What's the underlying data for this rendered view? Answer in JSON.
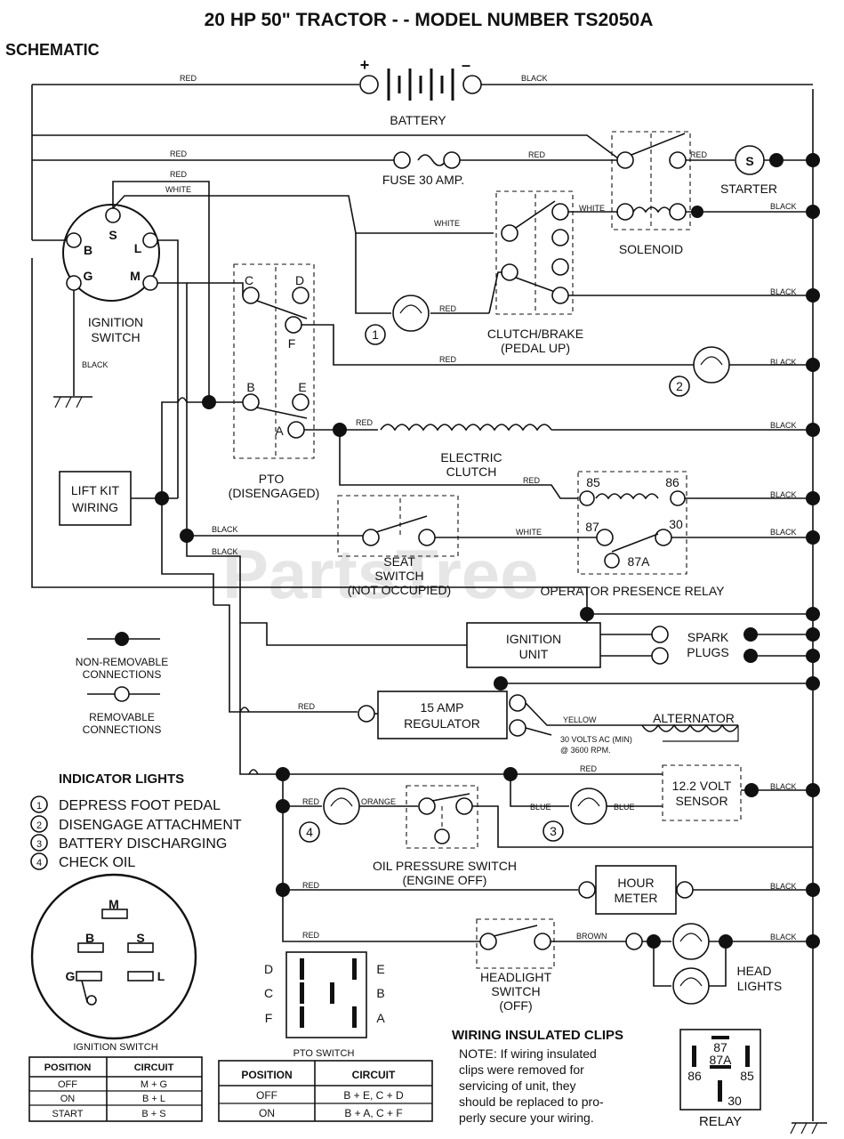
{
  "title": "20 HP 50\" TRACTOR - - MODEL NUMBER  TS2050A",
  "section": "SCHEMATIC",
  "watermark": "PartsTree",
  "wire_colors": {
    "red": "RED",
    "black": "BLACK",
    "white": "WHITE",
    "orange": "ORANGE",
    "blue": "BLUE",
    "brown": "BROWN",
    "yellow": "YELLOW"
  },
  "battery": {
    "label": "BATTERY",
    "plus": "+",
    "minus": "–"
  },
  "fuse": {
    "label": "FUSE 30 AMP."
  },
  "starter": {
    "label": "STARTER",
    "symbol": "S"
  },
  "solenoid": {
    "label": "SOLENOID"
  },
  "ignition_switch": {
    "label_line1": "IGNITION",
    "label_line2": "SWITCH",
    "terminals": [
      "S",
      "B",
      "L",
      "G",
      "M"
    ]
  },
  "clutch_brake": {
    "line1": "CLUTCH/BRAKE",
    "line2": "(PEDAL UP)"
  },
  "pto": {
    "line1": "PTO",
    "line2": "(DISENGAGED)",
    "terminals": [
      "C",
      "D",
      "F",
      "B",
      "E",
      "A"
    ]
  },
  "electric_clutch": {
    "line1": "ELECTRIC",
    "line2": "CLUTCH"
  },
  "lift_kit": {
    "line1": "LIFT KIT",
    "line2": "WIRING"
  },
  "seat_switch": {
    "line1": "SEAT",
    "line2": "SWITCH",
    "line3": "(NOT OCCUPIED)"
  },
  "relay_main": {
    "label": "OPERATOR PRESENCE RELAY",
    "pins": [
      "85",
      "86",
      "87",
      "30",
      "87A"
    ]
  },
  "ignition_unit": {
    "line1": "IGNITION",
    "line2": "UNIT"
  },
  "spark_plugs": {
    "line1": "SPARK",
    "line2": "PLUGS"
  },
  "regulator": {
    "line1": "15 AMP",
    "line2": "REGULATOR"
  },
  "alternator": {
    "label": "ALTERNATOR",
    "note_line1": "30 VOLTS AC (MIN)",
    "note_line2": "@ 3600 RPM."
  },
  "sensor": {
    "line1": "12.2 VOLT",
    "line2": "SENSOR"
  },
  "oil_switch": {
    "line1": "OIL PRESSURE SWITCH",
    "line2": "(ENGINE OFF)"
  },
  "hour_meter": {
    "line1": "HOUR",
    "line2": "METER"
  },
  "headlight_switch": {
    "line1": "HEADLIGHT",
    "line2": "SWITCH",
    "line3": "(OFF)"
  },
  "head_lights": {
    "line1": "HEAD",
    "line2": "LIGHTS"
  },
  "legend": {
    "non_removable_line1": "NON-REMOVABLE",
    "non_removable_line2": "CONNECTIONS",
    "removable_line1": "REMOVABLE",
    "removable_line2": "CONNECTIONS"
  },
  "indicator_lights": {
    "title": "INDICATOR LIGHTS",
    "items": [
      {
        "num": "1",
        "text": "DEPRESS FOOT PEDAL"
      },
      {
        "num": "2",
        "text": "DISENGAGE ATTACHMENT"
      },
      {
        "num": "3",
        "text": "BATTERY DISCHARGING"
      },
      {
        "num": "4",
        "text": "CHECK OIL"
      }
    ]
  },
  "ign_face": {
    "terminals": [
      "M",
      "B",
      "S",
      "G",
      "L"
    ],
    "caption": "IGNITION SWITCH"
  },
  "ign_table": {
    "headers": [
      "POSITION",
      "CIRCUIT"
    ],
    "rows": [
      [
        "OFF",
        "M + G"
      ],
      [
        "ON",
        "B + L"
      ],
      [
        "START",
        "B + S"
      ]
    ]
  },
  "pto_face": {
    "left": [
      "D",
      "C",
      "F"
    ],
    "right": [
      "E",
      "B",
      "A"
    ],
    "caption": "PTO SWITCH"
  },
  "pto_table": {
    "headers": [
      "POSITION",
      "CIRCUIT"
    ],
    "rows": [
      [
        "OFF",
        "B + E, C + D"
      ],
      [
        "ON",
        "B + A, C + F"
      ]
    ]
  },
  "clips_note": {
    "title": "WIRING INSULATED CLIPS",
    "lines": [
      "NOTE: If wiring insulated",
      "clips were removed for",
      "servicing of unit, they",
      "should be replaced to pro-",
      "perly secure your wiring."
    ]
  },
  "relay_face": {
    "pins": [
      "87",
      "87A",
      "86",
      "85",
      "30"
    ],
    "caption": "RELAY"
  }
}
